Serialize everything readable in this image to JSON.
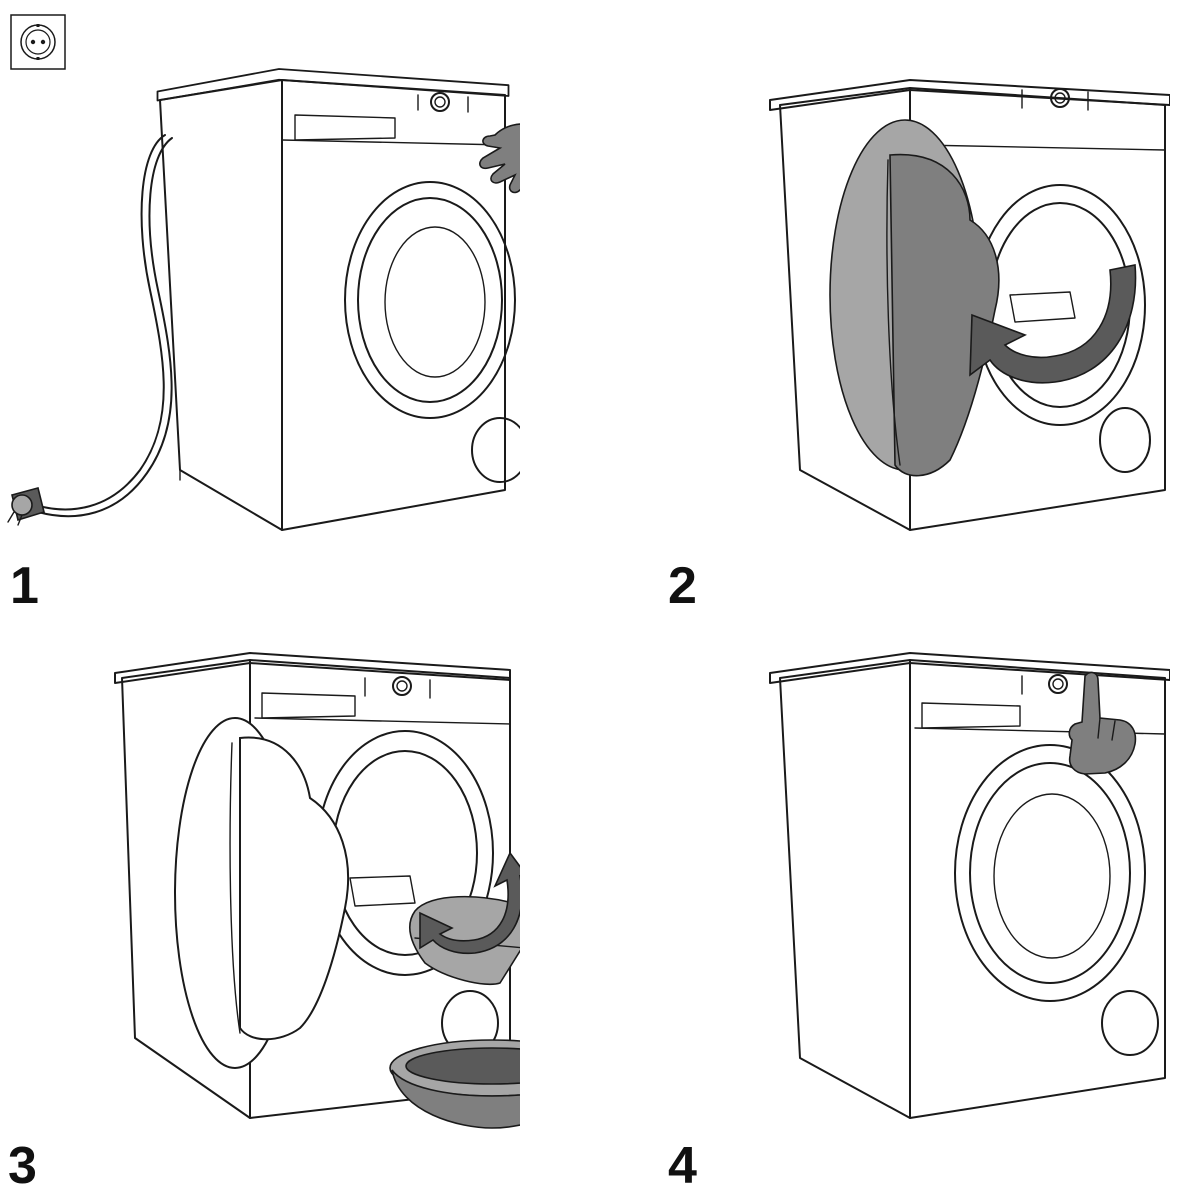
{
  "steps": [
    {
      "number": "1"
    },
    {
      "number": "2"
    },
    {
      "number": "3"
    },
    {
      "number": "4"
    }
  ],
  "icons": {
    "socket": "power-socket-icon",
    "hand": "hand-icon",
    "pointing_hand": "pointing-hand-icon",
    "rotate_arrow": "curved-arrow-icon"
  },
  "colors": {
    "line": "#1a1a1a",
    "shade": "#7f7f7f",
    "shade_light": "#a6a6a6",
    "shade_dark": "#5a5a5a"
  }
}
